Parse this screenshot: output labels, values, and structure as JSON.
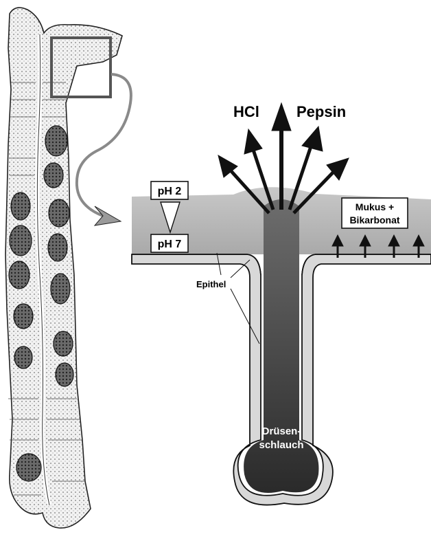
{
  "figure": {
    "labels": {
      "hcl": "HCl",
      "pepsin": "Pepsin",
      "ph_top": "pH 2",
      "ph_bottom": "pH 7",
      "mucus_line1": "Mukus +",
      "mucus_line2": "Bikarbonat",
      "epithel": "Epithel",
      "gland_line1": "Drüsen-",
      "gland_line2": "schlauch"
    },
    "colors": {
      "mucus_layer": "#b9b9b9",
      "gland_lumen": "#3a3a3a",
      "epithelium_band": "#cfcfcf",
      "outline": "#111111"
    },
    "icons": {
      "secretion_arrows": "arrow-up-icon",
      "zoom_connector": "curved-arrow-icon"
    }
  }
}
